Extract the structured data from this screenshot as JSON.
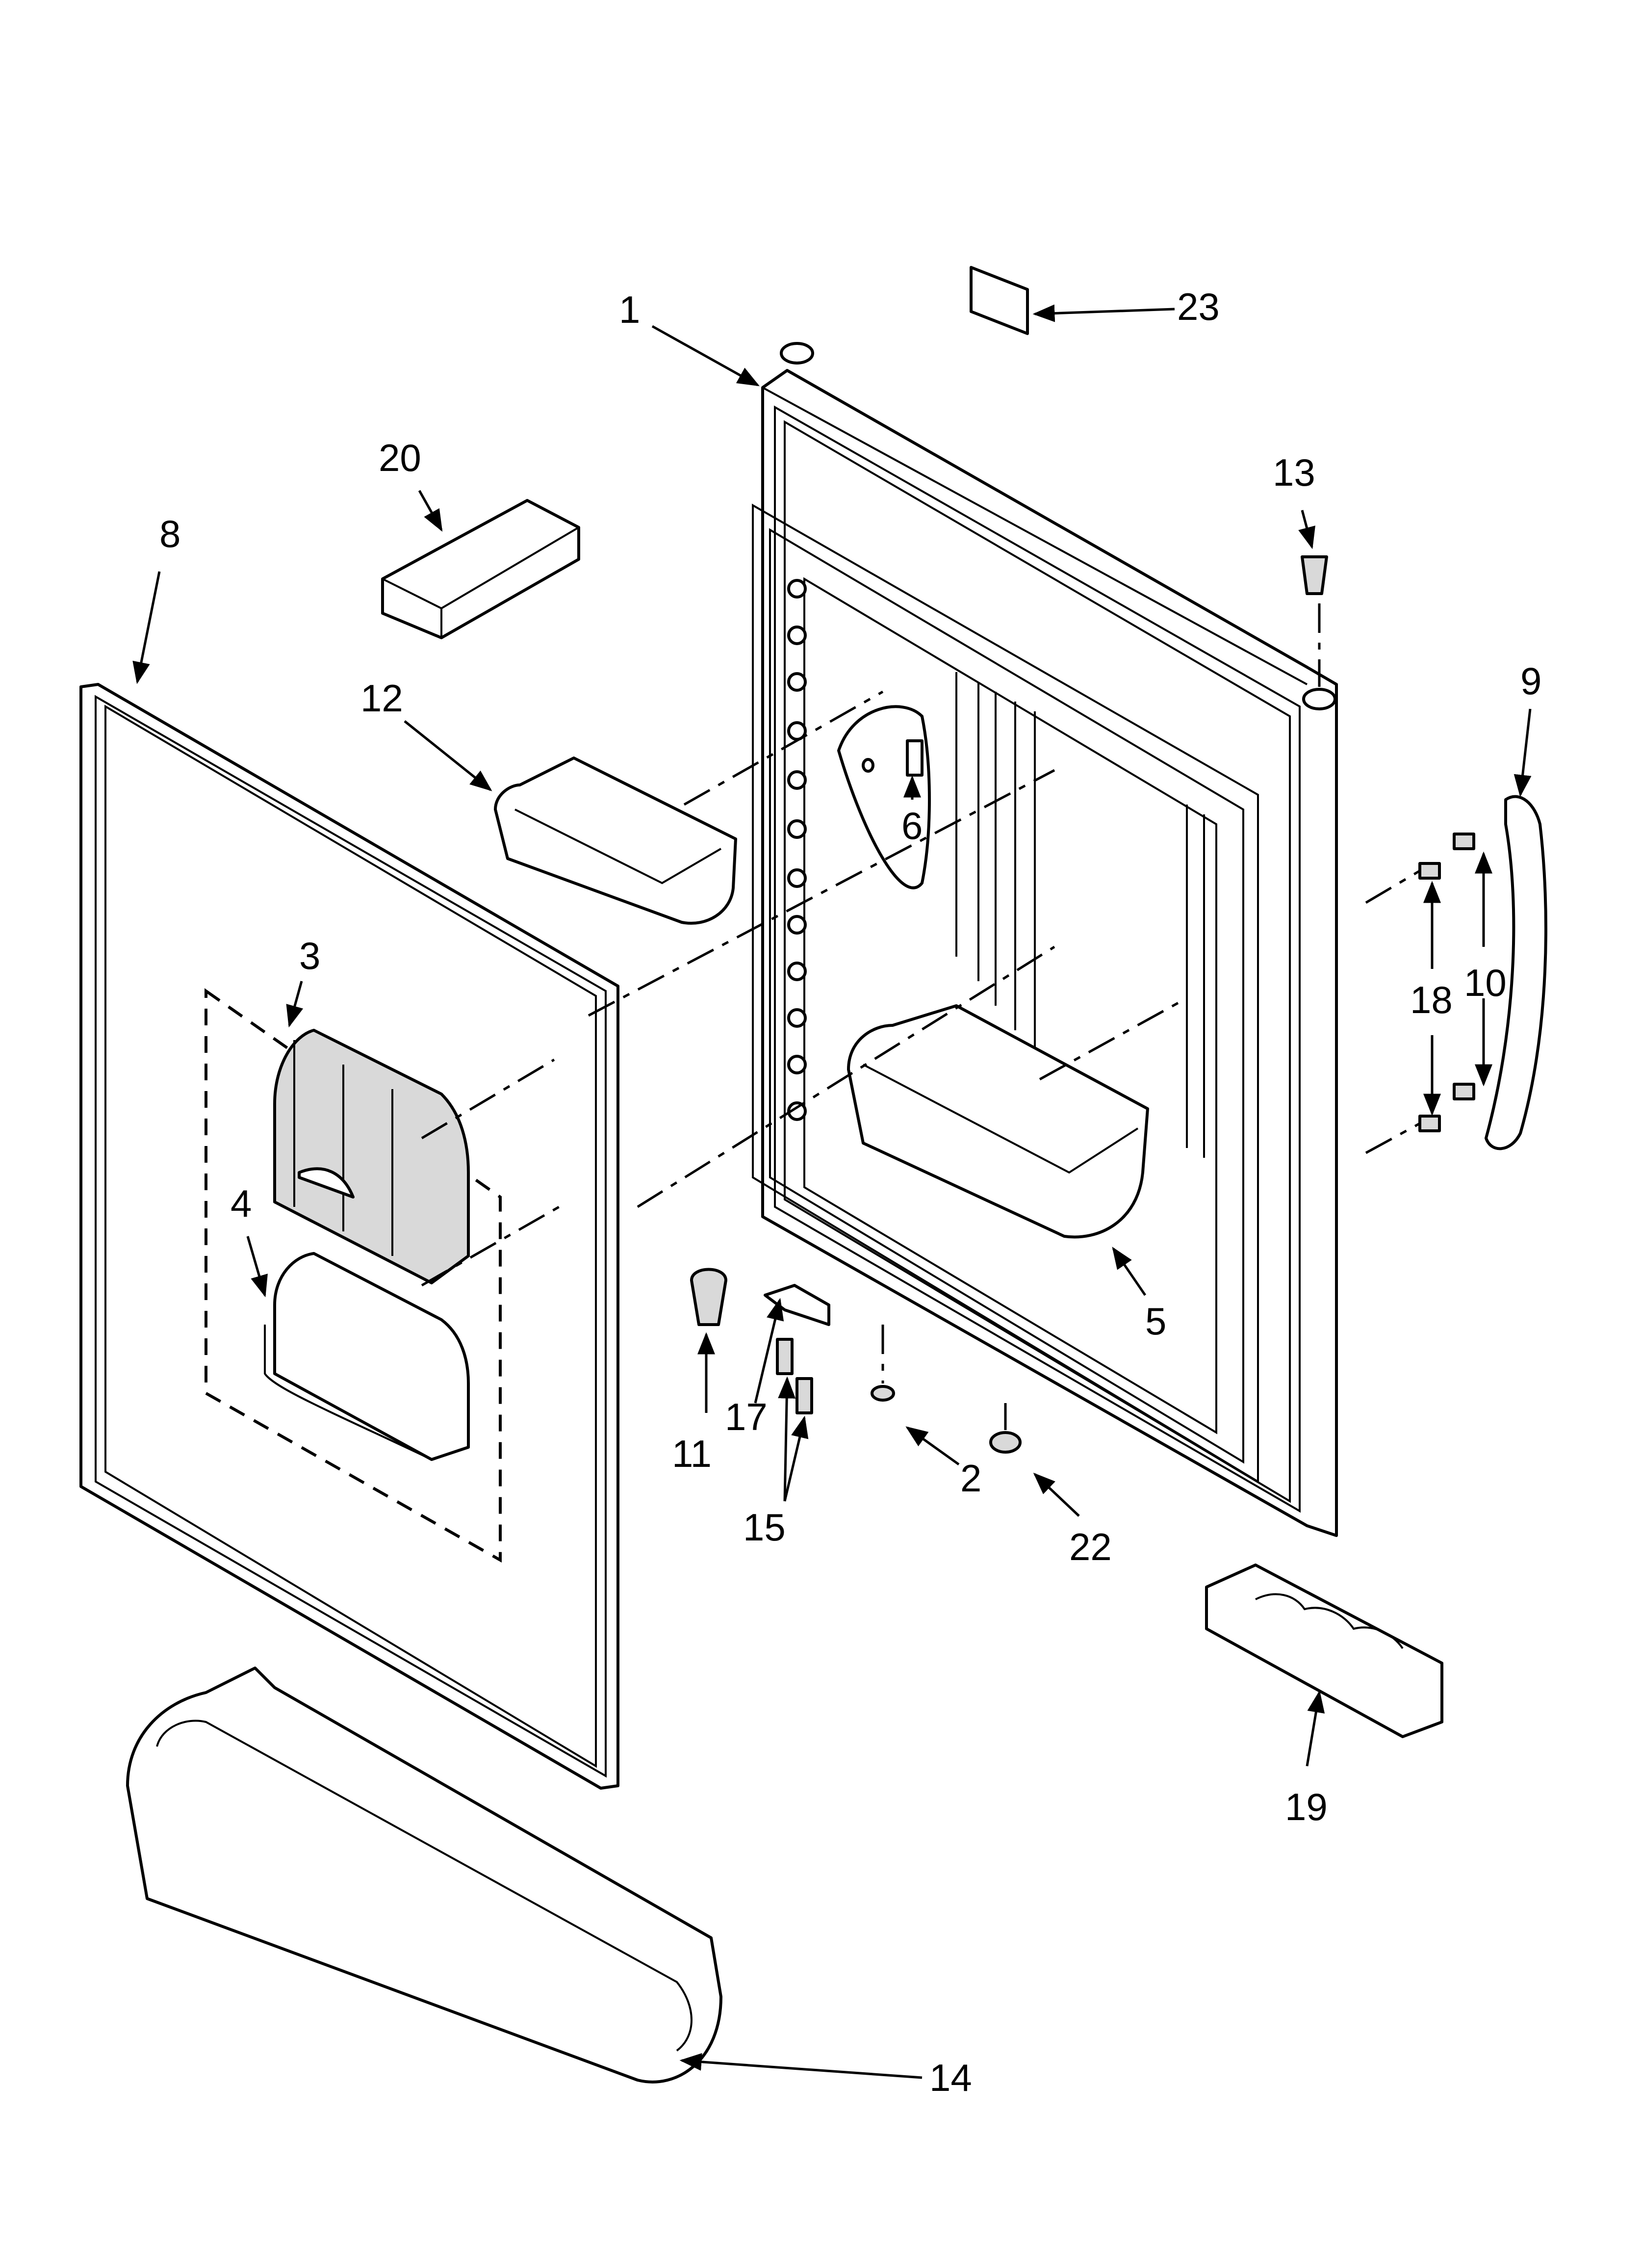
{
  "diagram": {
    "callouts": {
      "c1": "1",
      "c2": "2",
      "c3": "3",
      "c4": "4",
      "c5": "5",
      "c6": "6",
      "c8": "8",
      "c9": "9",
      "c10": "10",
      "c11": "11",
      "c12": "12",
      "c13": "13",
      "c14": "14",
      "c15": "15",
      "c17": "17",
      "c18": "18",
      "c19": "19",
      "c20": "20",
      "c22": "22",
      "c23": "23"
    }
  }
}
